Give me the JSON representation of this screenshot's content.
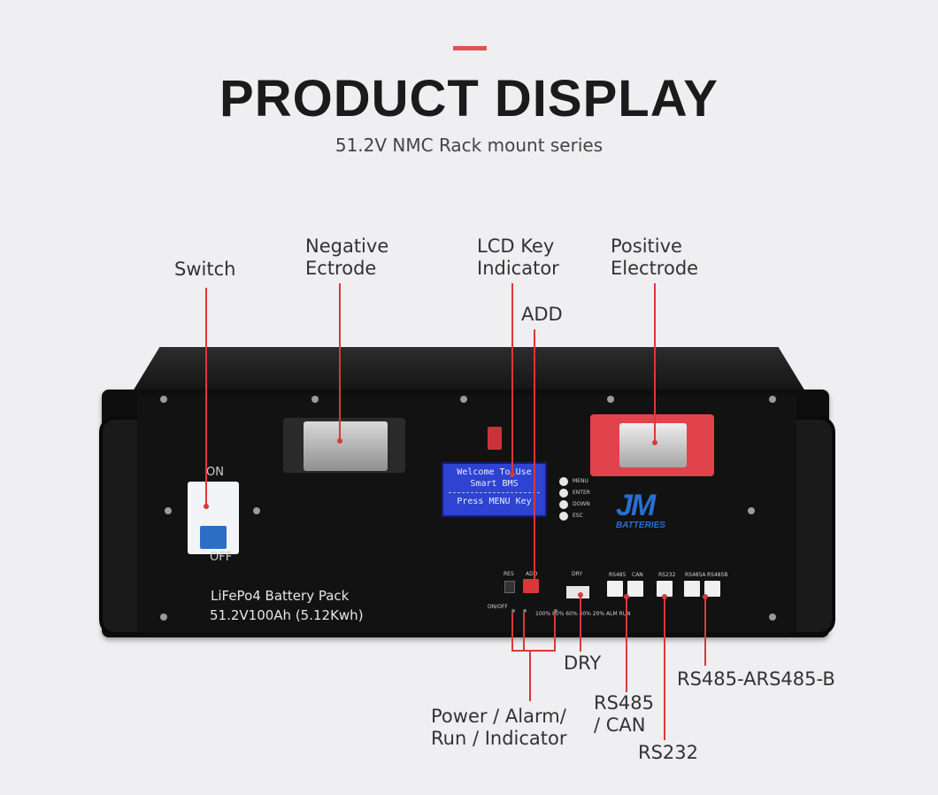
{
  "header": {
    "title": "PRODUCT DISPLAY",
    "subtitle": "51.2V NMC Rack mount series"
  },
  "callouts": {
    "switch": "Switch",
    "negative": "Negative\nEctrode",
    "lcd_key": "LCD Key\nIndicator",
    "add": "ADD",
    "positive": "Positive\nElectrode",
    "dry": "DRY",
    "power": "Power / Alarm/\nRun / Indicator",
    "rs485_can": "RS485\n/ CAN",
    "rs232": "RS232",
    "rs485ab": "RS485-ARS485-B"
  },
  "battery": {
    "breaker_on": "ON",
    "breaker_off": "OFF",
    "onoff_button": "ON\nOFF",
    "pack_name": "LiFePo4 Battery Pack",
    "pack_spec": "51.2V100Ah  (5.12Kwh)",
    "lcd": {
      "line1": "Welcome To Use",
      "line2": "Smart BMS",
      "line3": "Press MENU Key"
    },
    "keys": [
      "MENU",
      "ENTER",
      "DOWN",
      "ESC"
    ],
    "brand_mark": "JM",
    "brand_sub": "BATTERIES",
    "ports": {
      "res": "RES",
      "add": "ADD",
      "dry": "DRY",
      "rs485": "RS485",
      "can": "CAN",
      "rs232": "RS232",
      "rs485a": "RS485A",
      "rs485b": "RS485B",
      "onoff": "ON/OFF",
      "leds": "100% 80% 60% 40% 20% ALM RUN"
    }
  },
  "colors": {
    "accent": "#e05353",
    "callout_line": "#d63a3a",
    "lcd_background": "#2e43d2",
    "positive_terminal": "#e0434b",
    "background": "#efeef0"
  }
}
